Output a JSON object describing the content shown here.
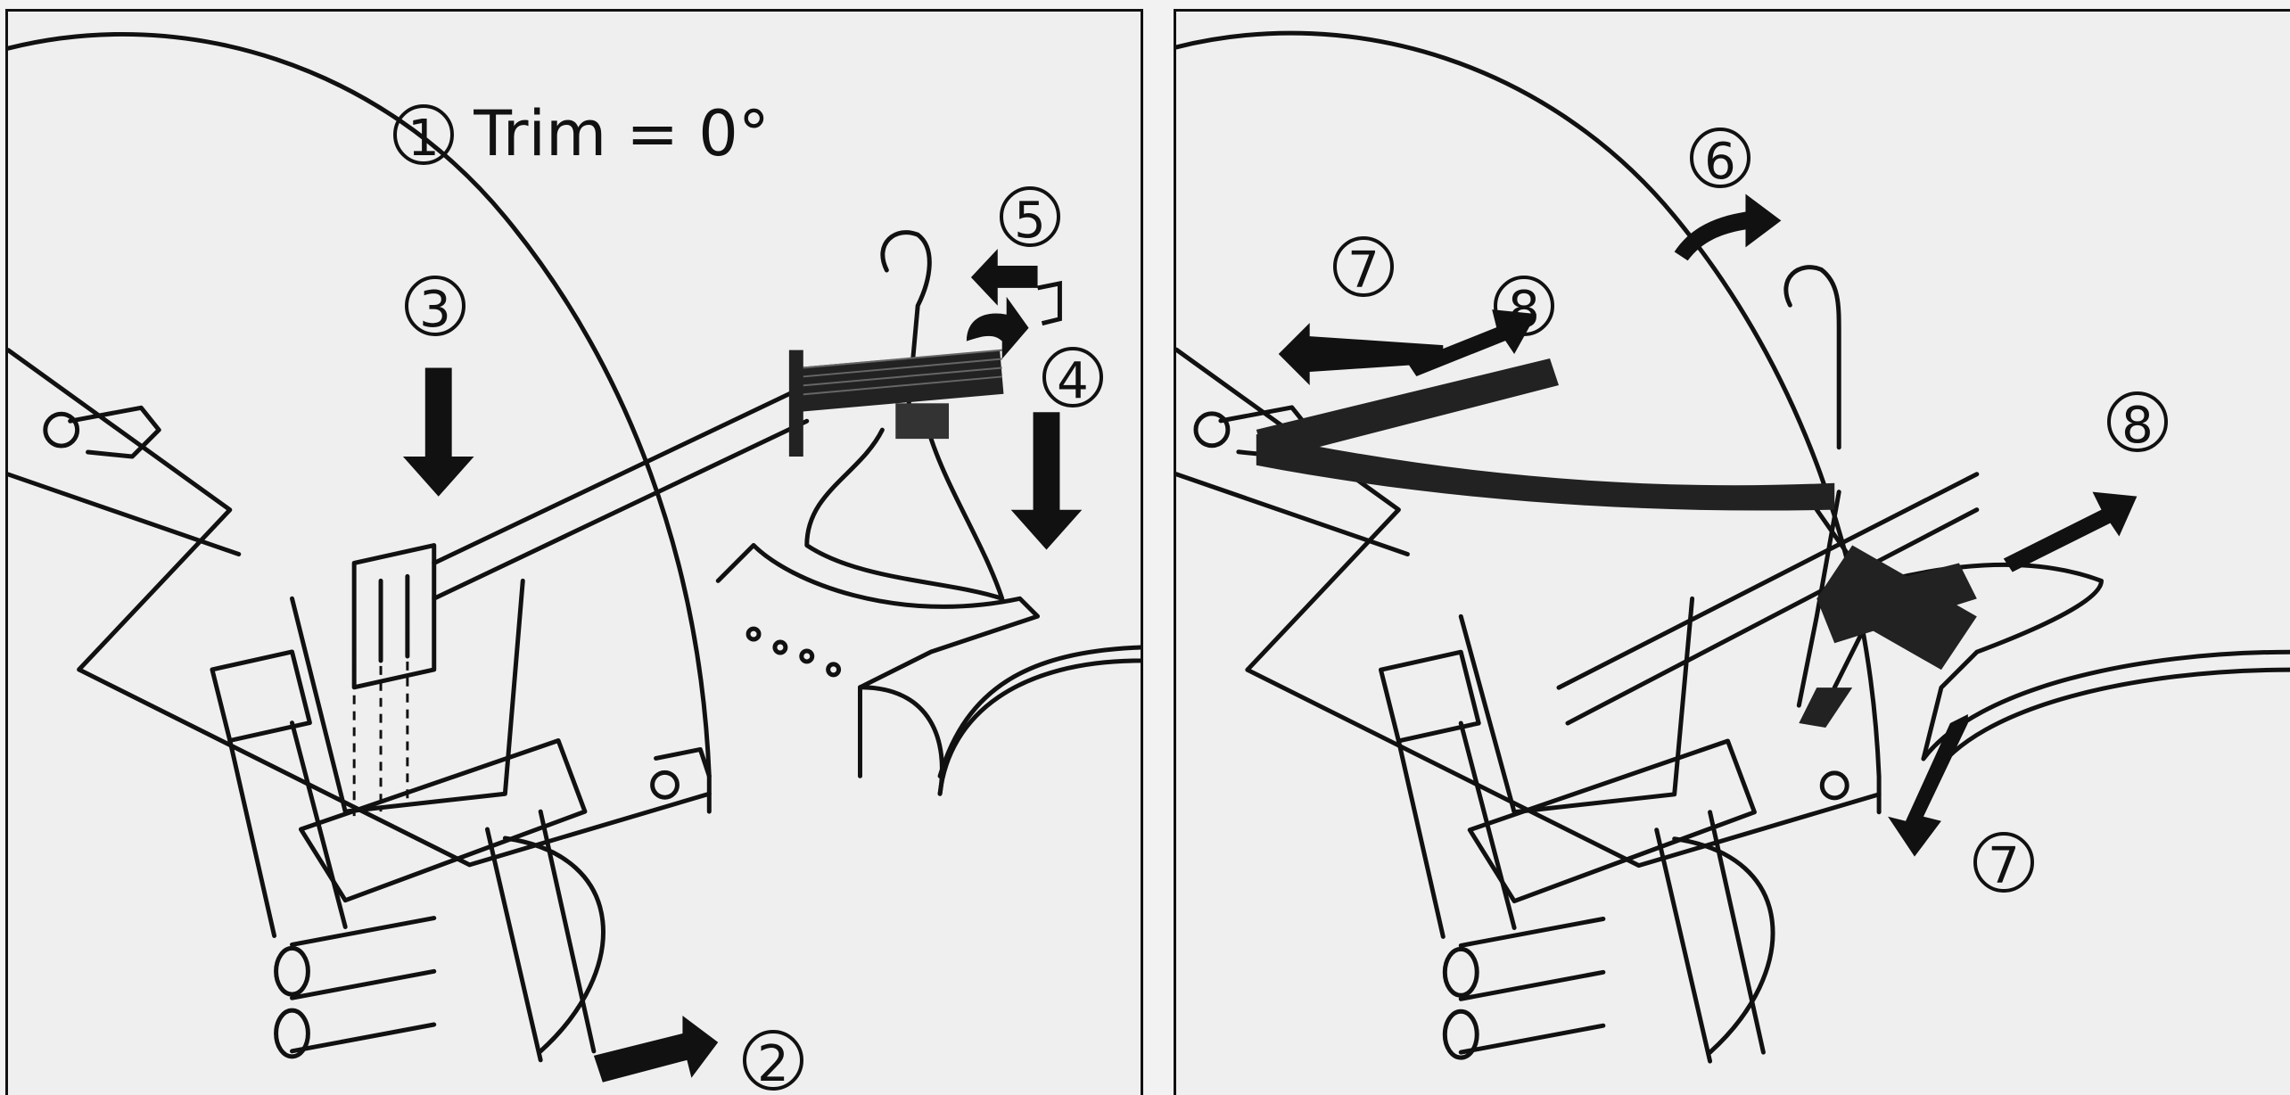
{
  "panels": [
    {
      "id": "left",
      "callouts": [
        {
          "num": "1",
          "text": "Trim = 0°"
        },
        {
          "num": "2"
        },
        {
          "num": "3"
        },
        {
          "num": "4"
        },
        {
          "num": "5"
        }
      ]
    },
    {
      "id": "right",
      "callouts": [
        {
          "num": "6"
        },
        {
          "num": "7"
        },
        {
          "num": "8"
        },
        {
          "num": "8"
        },
        {
          "num": "7"
        }
      ]
    }
  ]
}
